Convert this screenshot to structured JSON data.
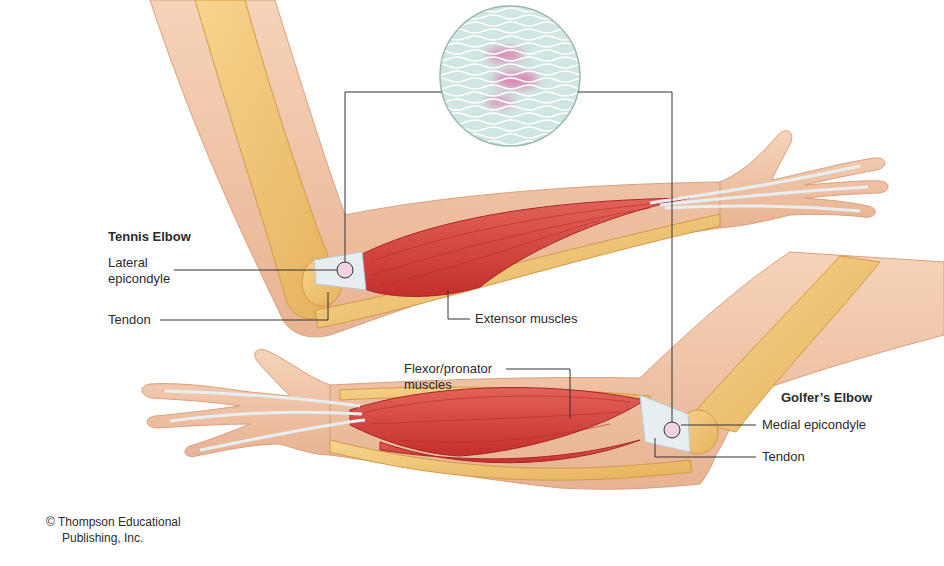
{
  "diagram": {
    "labels": [
      "Tennis Elbow",
      "Lateral epicondyle",
      "Tendon",
      "Extensor muscles",
      "Flexor/pronator muscles",
      "Golfer’s Elbow",
      "Medial epicondyle",
      "Tendon",
      "© Thompson Educational Publishing, Inc."
    ]
  }
}
